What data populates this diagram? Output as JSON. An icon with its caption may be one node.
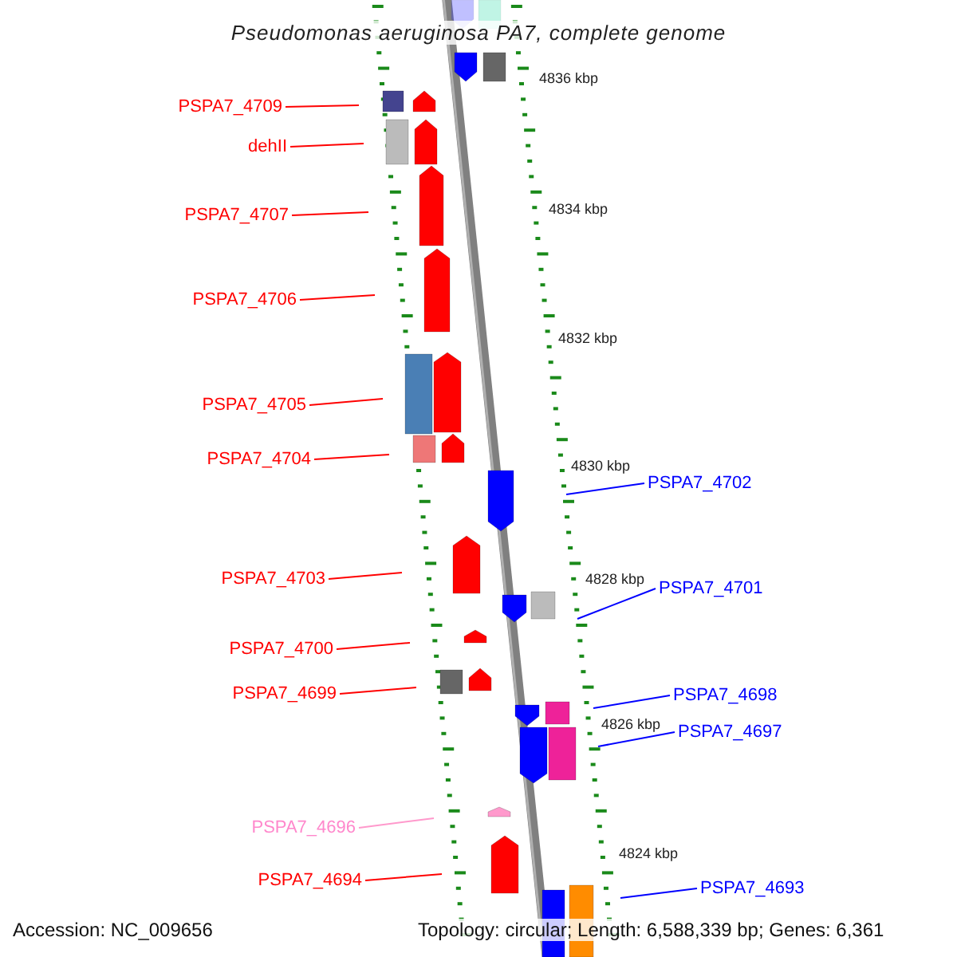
{
  "diagram": {
    "title": "Pseudomonas aeruginosa PA7, complete genome",
    "nodes": [
      {
        "text": [
          "PSPA7_4709"
        ]
      },
      {
        "text": [
          "dehII"
        ]
      },
      {
        "text": [
          "PSPA7_4707"
        ]
      },
      {
        "text": [
          "PSPA7_4706"
        ]
      },
      {
        "text": [
          "PSPA7_4705"
        ]
      },
      {
        "text": [
          "PSPA7_4704"
        ]
      },
      {
        "text": [
          "PSPA7_4702"
        ]
      },
      {
        "text": [
          "PSPA7_4703"
        ]
      },
      {
        "text": [
          "PSPA7_4701"
        ]
      },
      {
        "text": [
          "PSPA7_4700"
        ]
      },
      {
        "text": [
          "PSPA7_4699"
        ]
      },
      {
        "text": [
          "PSPA7_4698"
        ]
      },
      {
        "text": [
          "PSPA7_4697"
        ]
      },
      {
        "text": [
          "PSPA7_4696"
        ]
      },
      {
        "text": [
          "PSPA7_4694"
        ]
      },
      {
        "text": [
          "PSPA7_4693"
        ]
      }
    ],
    "edges": [
      {
        "from": 0,
        "to": null,
        "arrow": "none"
      },
      {
        "from": 1,
        "to": null,
        "arrow": "none"
      },
      {
        "from": 2,
        "to": null,
        "arrow": "none"
      },
      {
        "from": 3,
        "to": null,
        "arrow": "none"
      },
      {
        "from": 4,
        "to": null,
        "arrow": "none"
      },
      {
        "from": 5,
        "to": null,
        "arrow": "none"
      },
      {
        "from": 6,
        "to": null,
        "arrow": "none",
        "color": "#0000ff"
      },
      {
        "from": 7,
        "to": null,
        "arrow": "none"
      },
      {
        "from": 8,
        "to": null,
        "arrow": "none",
        "color": "#0000ff"
      },
      {
        "from": 9,
        "to": null,
        "arrow": "none"
      },
      {
        "from": 10,
        "to": null,
        "arrow": "none"
      },
      {
        "from": 11,
        "to": null,
        "arrow": "none",
        "color": "#0000ff"
      },
      {
        "from": 12,
        "to": null,
        "arrow": "none",
        "color": "#0000ff"
      },
      {
        "from": 13,
        "to": null,
        "arrow": "none",
        "color": "#ff99cc"
      },
      {
        "from": 14,
        "to": null,
        "arrow": "none"
      },
      {
        "from": 15,
        "to": null,
        "arrow": "none",
        "color": "#0000ff"
      }
    ],
    "labels": [
      "4836 kbp",
      "4834 kbp",
      "4832 kbp",
      "4830 kbp",
      "4828 kbp",
      "4826 kbp",
      "4824 kbp",
      "Accession: NC_009656",
      "Topology: circular; Length: 6,588,339 bp; Genes: 6,361"
    ]
  }
}
